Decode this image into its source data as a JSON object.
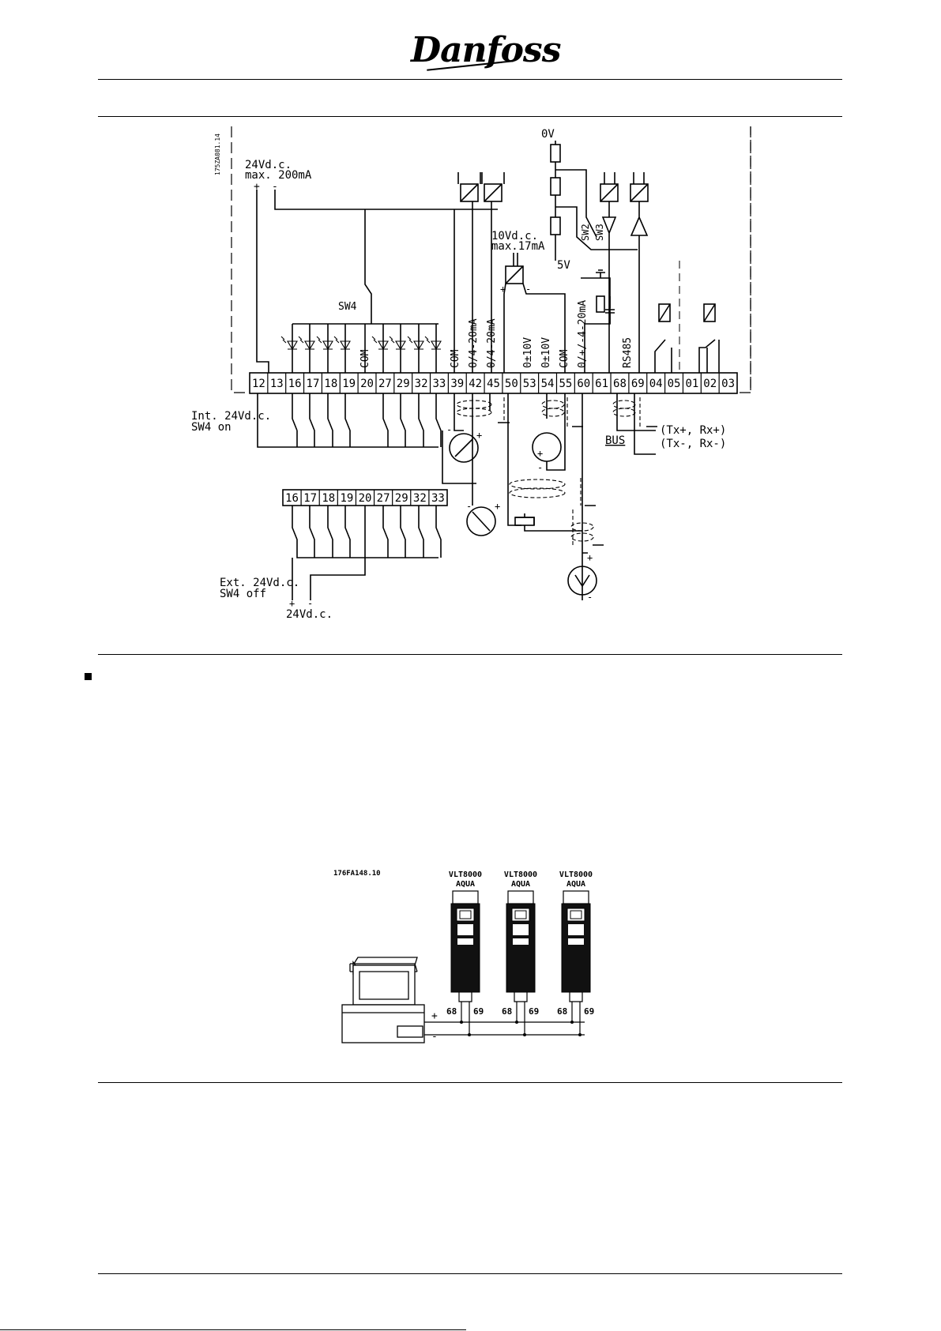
{
  "header": {
    "logo": "Danfoss"
  },
  "diagram1": {
    "code": "175ZA081.14",
    "supply_label_1": "24Vd.c.",
    "supply_label_2": "max. 200mA",
    "terminals": [
      "12",
      "13",
      "16",
      "17",
      "18",
      "19",
      "20",
      "27",
      "29",
      "32",
      "33",
      "39",
      "42",
      "45",
      "50",
      "53",
      "54",
      "55",
      "60",
      "61",
      "68",
      "69",
      "04",
      "05",
      "01",
      "02",
      "03"
    ],
    "vertical_labels": [
      "COM",
      "COM",
      "0/4-20mA",
      "0/4-20mA",
      "0±10V",
      "0±10V",
      "COM",
      "0/+/-4-20mA",
      "RS485"
    ],
    "sw4": "SW4",
    "sw2": "SW2",
    "sw3": "SW3",
    "zero_v": "0V",
    "five_v": "5V",
    "ref_supply_1": "10Vd.c.",
    "ref_supply_2": "max.17mA",
    "int_label_1": "Int. 24Vd.c.",
    "int_label_2": "SW4 on",
    "ext_label_1": "Ext. 24Vd.c.",
    "ext_label_2": "SW4 off",
    "ext_supply": "24Vd.c.",
    "ext_terminals": [
      "16",
      "17",
      "18",
      "19",
      "20",
      "27",
      "29",
      "32",
      "33"
    ],
    "bus": "BUS",
    "tx_plus": "(Tx+, Rx+)",
    "tx_minus": "(Tx-, Rx-)",
    "plus": "+",
    "minus": "-"
  },
  "diagram2": {
    "code": "176FA148.10",
    "drives": [
      {
        "name_1": "VLT8000",
        "name_2": "AQUA",
        "t1": "68",
        "t2": "69"
      },
      {
        "name_1": "VLT8000",
        "name_2": "AQUA",
        "t1": "68",
        "t2": "69"
      },
      {
        "name_1": "VLT8000",
        "name_2": "AQUA",
        "t1": "68",
        "t2": "69"
      }
    ],
    "plus": "+",
    "minus": "-"
  },
  "footer": {
    "mark": ""
  }
}
